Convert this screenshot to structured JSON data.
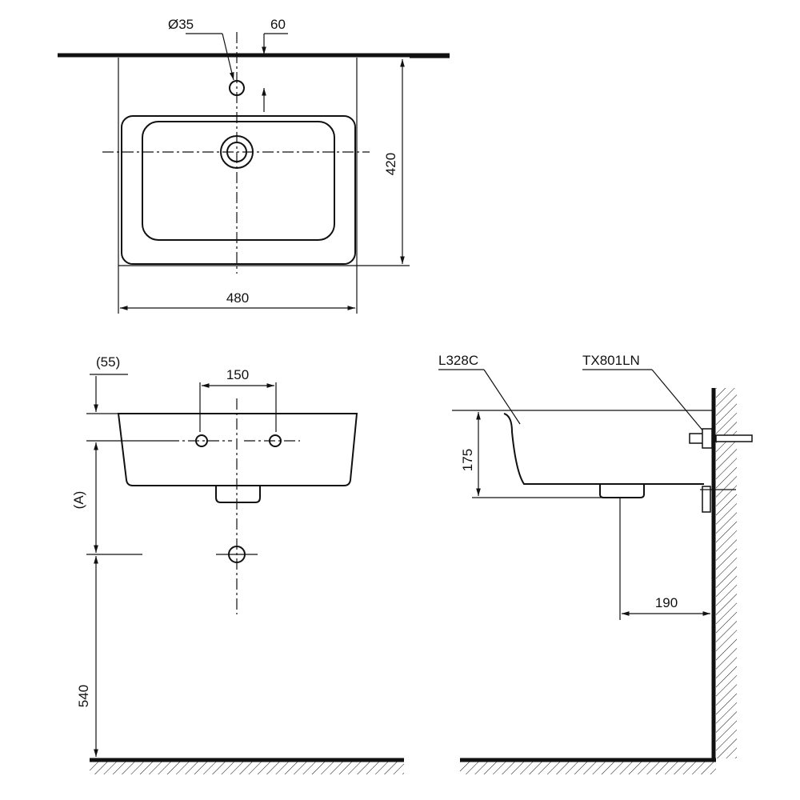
{
  "title": "Wall-hung washbasin dimensional drawing",
  "top_view": {
    "hole_diameter_label": "Ø35",
    "hole_offset_label": "60",
    "depth_label": "420",
    "width_label": "480"
  },
  "front_view": {
    "top_offset_label": "(55)",
    "bolt_spacing_label": "150",
    "variable_height_label": "(A)",
    "floor_height_label": "540"
  },
  "side_view": {
    "basin_model_label": "L328C",
    "fitting_model_label": "TX801LN",
    "basin_height_label": "175",
    "drain_wall_distance_label": "190"
  }
}
